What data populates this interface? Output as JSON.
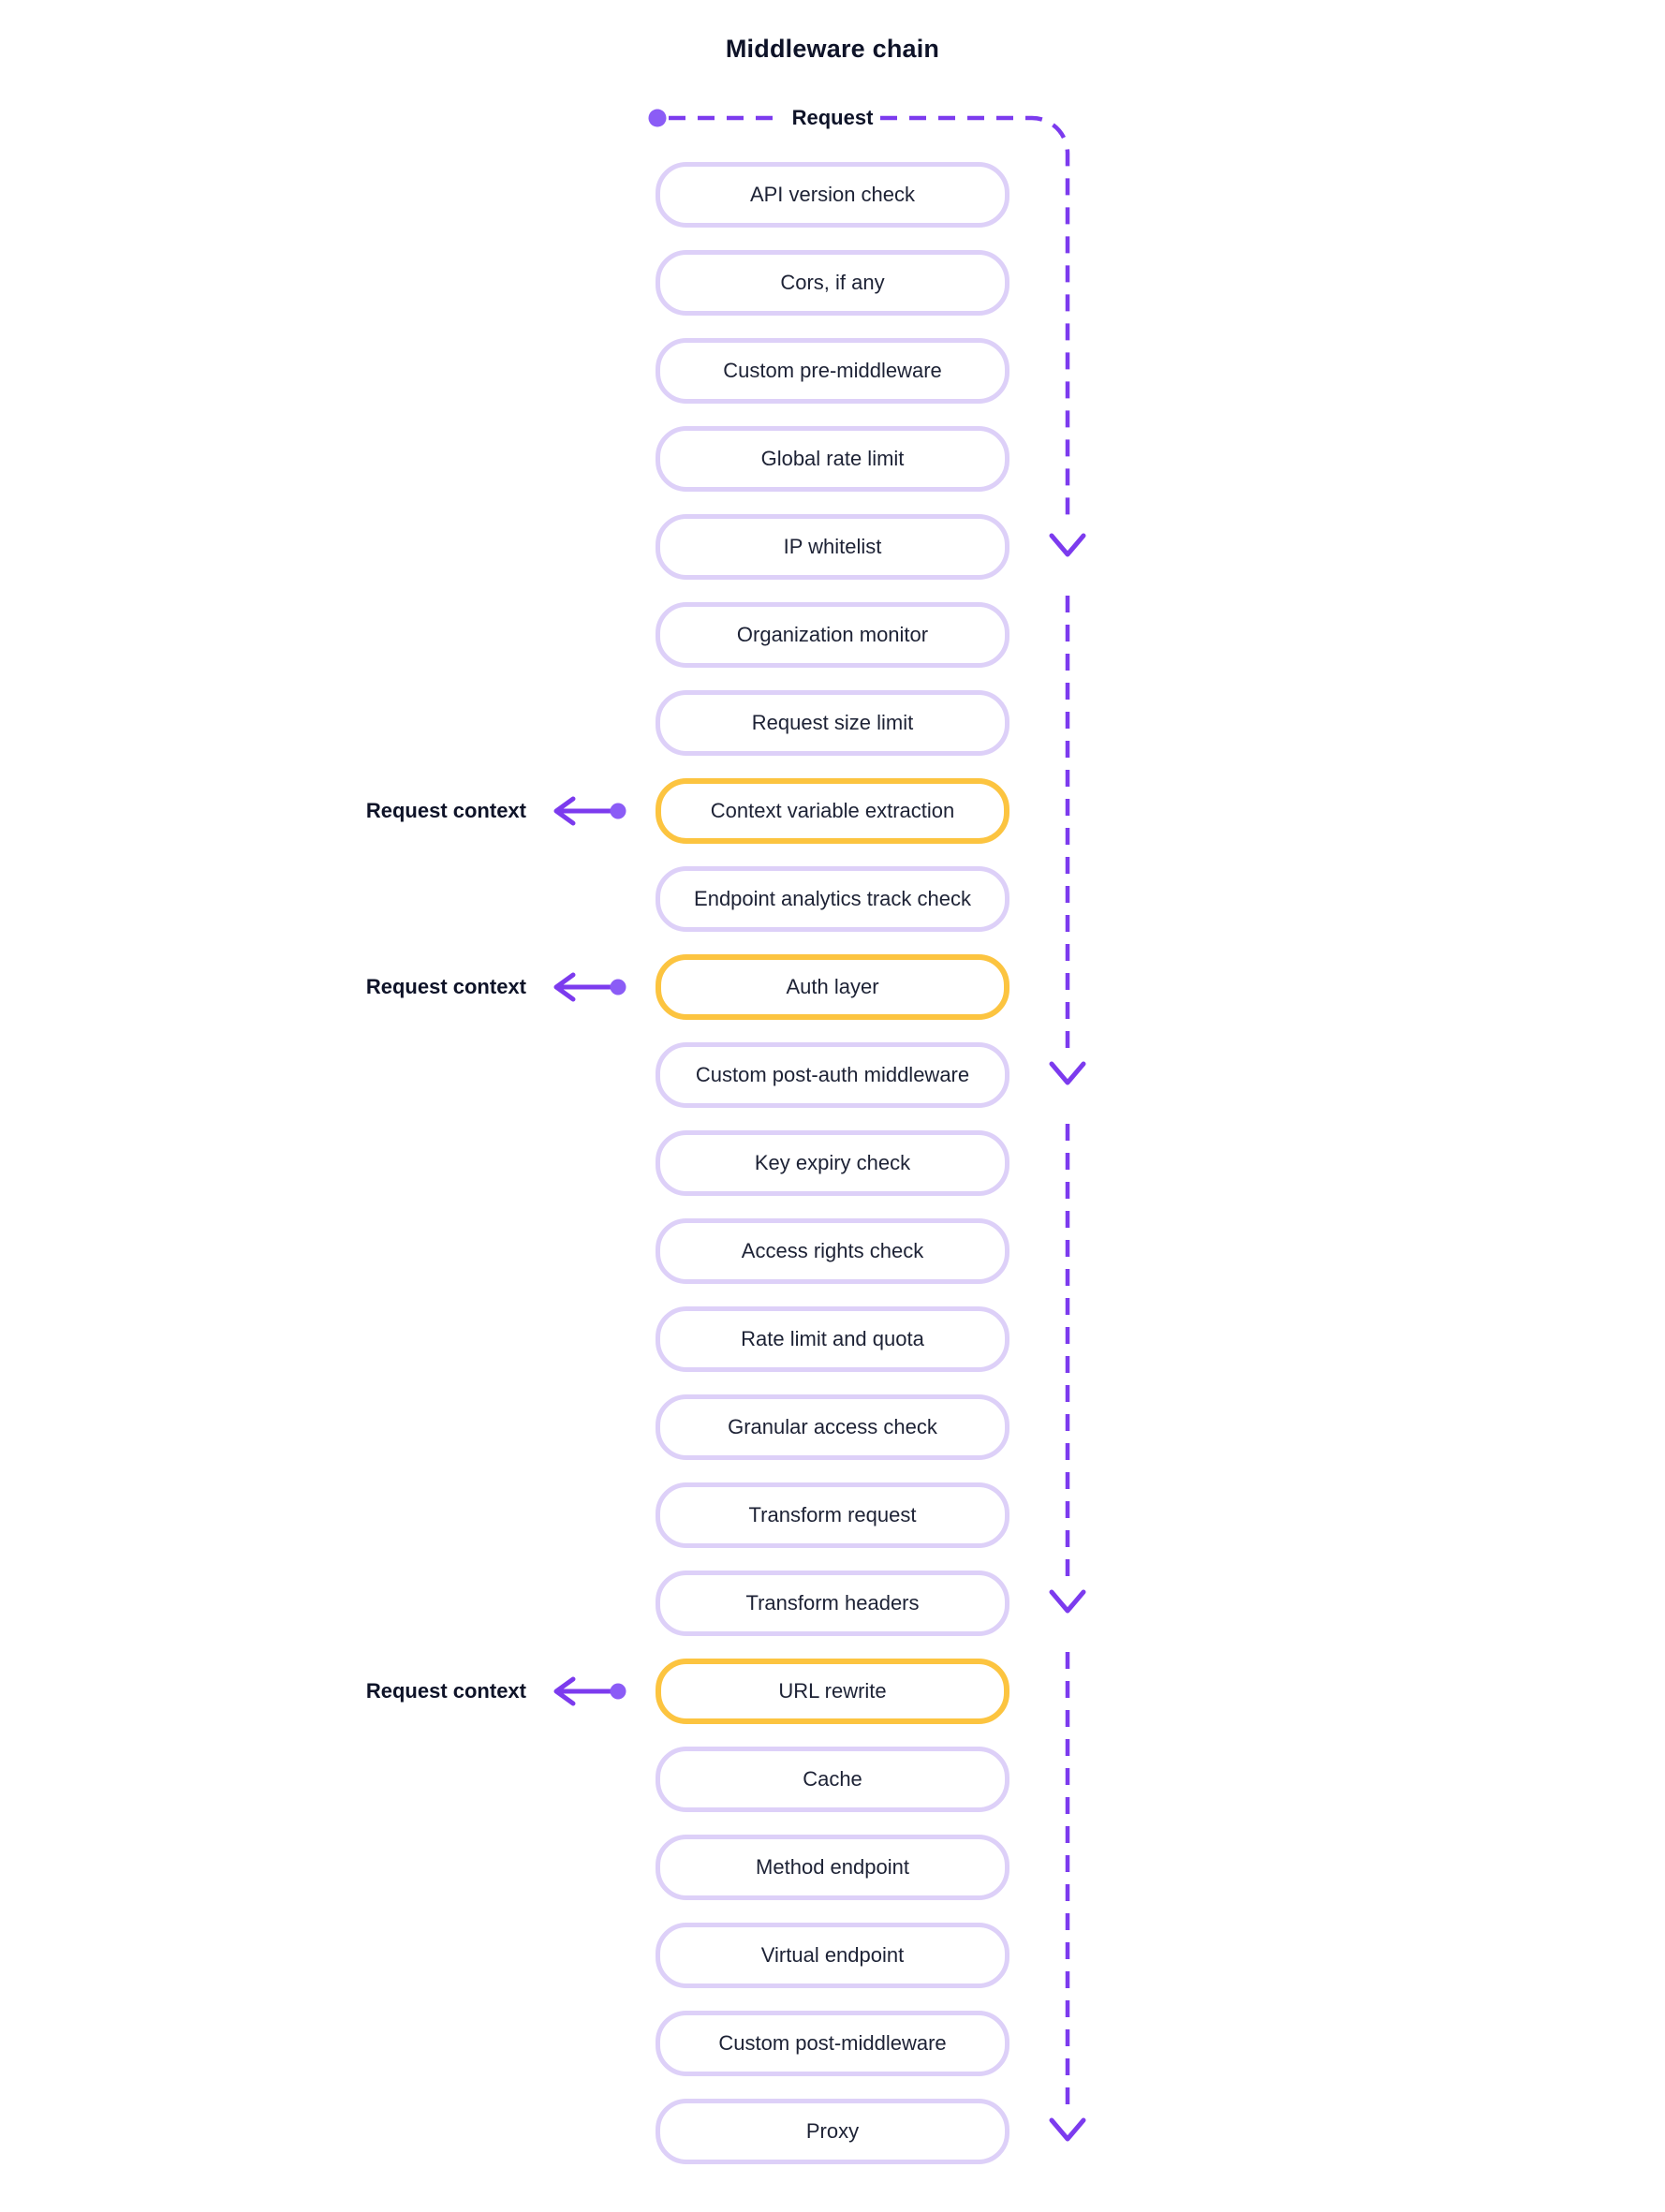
{
  "title": "Middleware chain",
  "flow": {
    "request_label": "Request",
    "context_label": "Request context",
    "direction": "down"
  },
  "colors": {
    "background": "#ffffff",
    "accent_stroke": "#7c3bee",
    "accent_dot": "#8b5cf6",
    "pill_border": "#ddd0f8",
    "highlight_border": "#fcc440",
    "pill_text": "#1d2235",
    "heading_text": "#0e1328"
  },
  "icons": {
    "flow_arrowhead": "chevron-down",
    "context_arrowhead": "arrow-left",
    "line_style": "dashed"
  },
  "pills": [
    {
      "label": "API version check",
      "highlighted": false,
      "context_arrow": false,
      "flow_arrow": false
    },
    {
      "label": "Cors, if any",
      "highlighted": false,
      "context_arrow": false,
      "flow_arrow": false
    },
    {
      "label": "Custom pre-middleware",
      "highlighted": false,
      "context_arrow": false,
      "flow_arrow": false
    },
    {
      "label": "Global rate limit",
      "highlighted": false,
      "context_arrow": false,
      "flow_arrow": false
    },
    {
      "label": "IP whitelist",
      "highlighted": false,
      "context_arrow": false,
      "flow_arrow": true
    },
    {
      "label": "Organization monitor",
      "highlighted": false,
      "context_arrow": false,
      "flow_arrow": false
    },
    {
      "label": "Request size limit",
      "highlighted": false,
      "context_arrow": false,
      "flow_arrow": false
    },
    {
      "label": "Context variable extraction",
      "highlighted": true,
      "context_arrow": true,
      "flow_arrow": false
    },
    {
      "label": "Endpoint analytics track check",
      "highlighted": false,
      "context_arrow": false,
      "flow_arrow": false
    },
    {
      "label": "Auth layer",
      "highlighted": true,
      "context_arrow": true,
      "flow_arrow": false
    },
    {
      "label": "Custom post-auth middleware",
      "highlighted": false,
      "context_arrow": false,
      "flow_arrow": true
    },
    {
      "label": "Key expiry check",
      "highlighted": false,
      "context_arrow": false,
      "flow_arrow": false
    },
    {
      "label": "Access rights check",
      "highlighted": false,
      "context_arrow": false,
      "flow_arrow": false
    },
    {
      "label": "Rate limit and quota",
      "highlighted": false,
      "context_arrow": false,
      "flow_arrow": false
    },
    {
      "label": "Granular access check",
      "highlighted": false,
      "context_arrow": false,
      "flow_arrow": false
    },
    {
      "label": "Transform request",
      "highlighted": false,
      "context_arrow": false,
      "flow_arrow": false
    },
    {
      "label": "Transform headers",
      "highlighted": false,
      "context_arrow": false,
      "flow_arrow": true
    },
    {
      "label": "URL rewrite",
      "highlighted": true,
      "context_arrow": true,
      "flow_arrow": false
    },
    {
      "label": "Cache",
      "highlighted": false,
      "context_arrow": false,
      "flow_arrow": false
    },
    {
      "label": "Method endpoint",
      "highlighted": false,
      "context_arrow": false,
      "flow_arrow": false
    },
    {
      "label": "Virtual endpoint",
      "highlighted": false,
      "context_arrow": false,
      "flow_arrow": false
    },
    {
      "label": "Custom post-middleware",
      "highlighted": false,
      "context_arrow": false,
      "flow_arrow": false
    },
    {
      "label": "Proxy",
      "highlighted": false,
      "context_arrow": false,
      "flow_arrow": true
    }
  ]
}
